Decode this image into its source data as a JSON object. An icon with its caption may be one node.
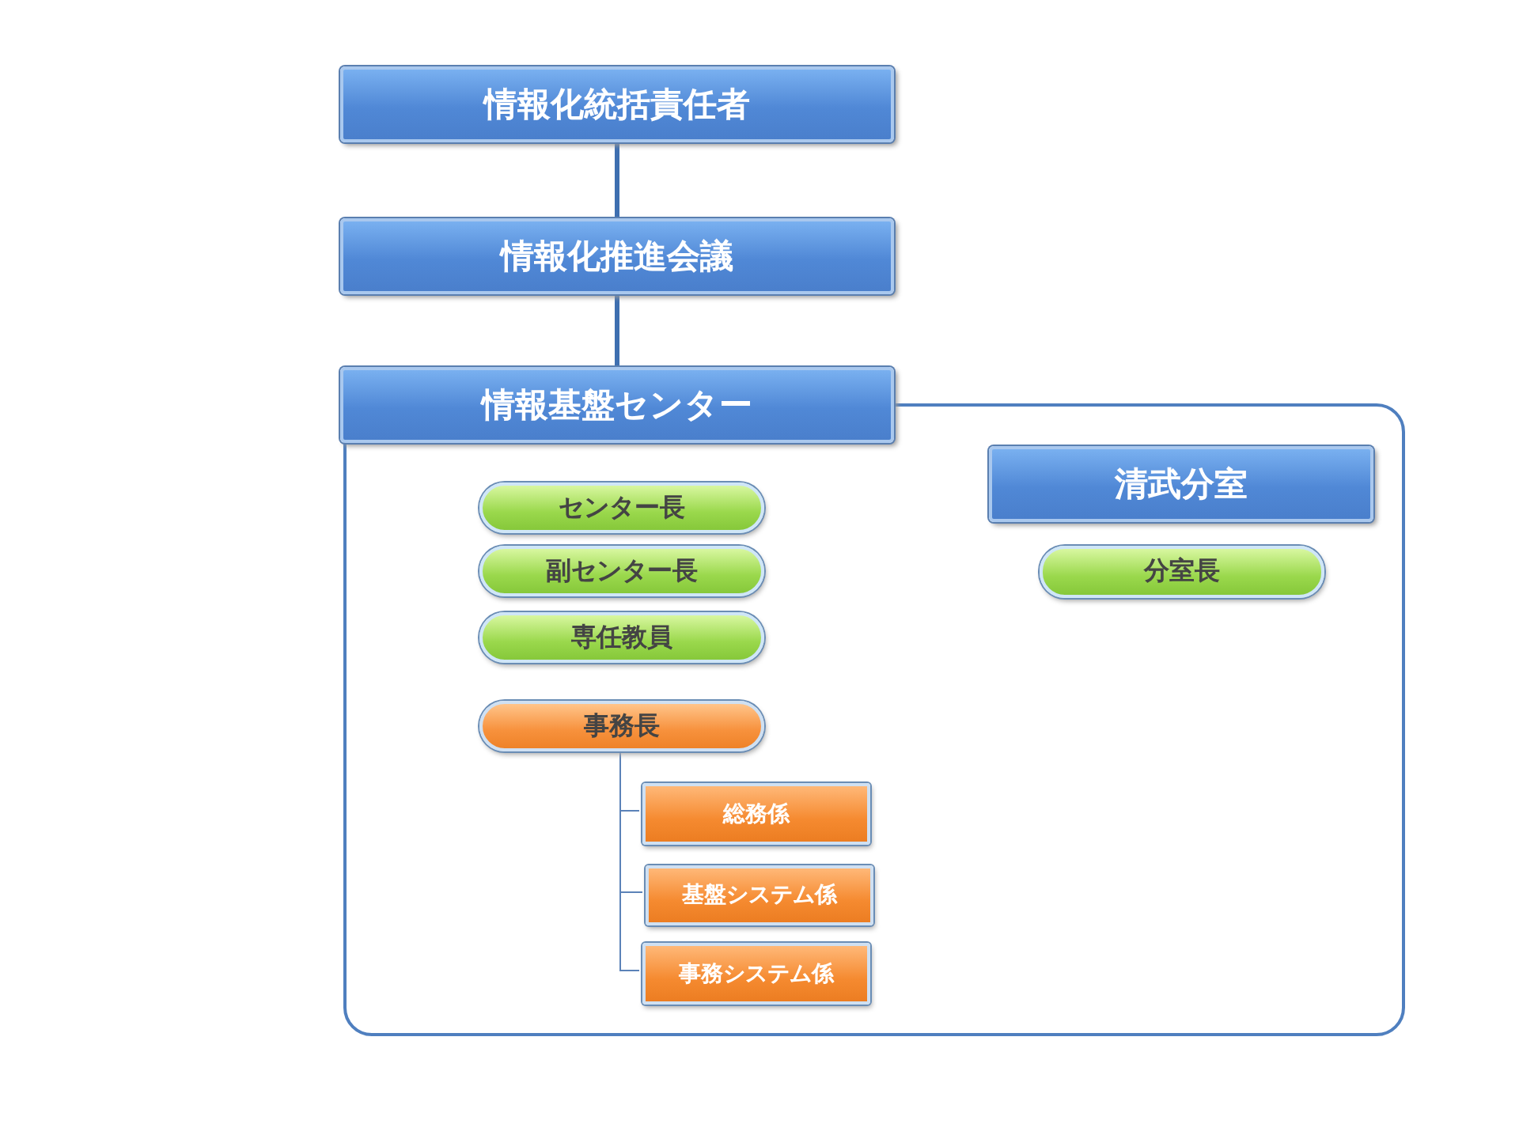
{
  "diagram": {
    "nodes": [
      {
        "text": [
          "情報化統括責任者"
        ]
      },
      {
        "text": [
          "情報化推進会議"
        ]
      },
      {
        "text": [
          "情報基盤センター"
        ]
      },
      {
        "text": [],
        "shape": "box"
      },
      {
        "text": [
          "センター長"
        ],
        "in": 3
      },
      {
        "text": [
          "副センター長"
        ],
        "in": 3
      },
      {
        "text": [
          "専任教員"
        ],
        "in": 3
      },
      {
        "text": [
          "事務長"
        ],
        "in": 3
      },
      {
        "text": [
          "総務係"
        ],
        "in": 3
      },
      {
        "text": [
          "基盤システム係"
        ],
        "in": 3
      },
      {
        "text": [
          "事務システム係"
        ],
        "in": 3
      },
      {
        "text": [
          "清武分室"
        ],
        "in": 3
      },
      {
        "text": [
          "分室長"
        ],
        "in": 3
      }
    ],
    "edges": [
      {
        "from": 0,
        "to": 1,
        "arrow": "none",
        "style": "thick"
      },
      {
        "from": 1,
        "to": 2,
        "arrow": "none",
        "style": "thick"
      },
      {
        "from": 7,
        "to": 8,
        "arrow": "none"
      },
      {
        "from": 7,
        "to": 9,
        "arrow": "none"
      },
      {
        "from": 7,
        "to": 10,
        "arrow": "none"
      }
    ]
  }
}
